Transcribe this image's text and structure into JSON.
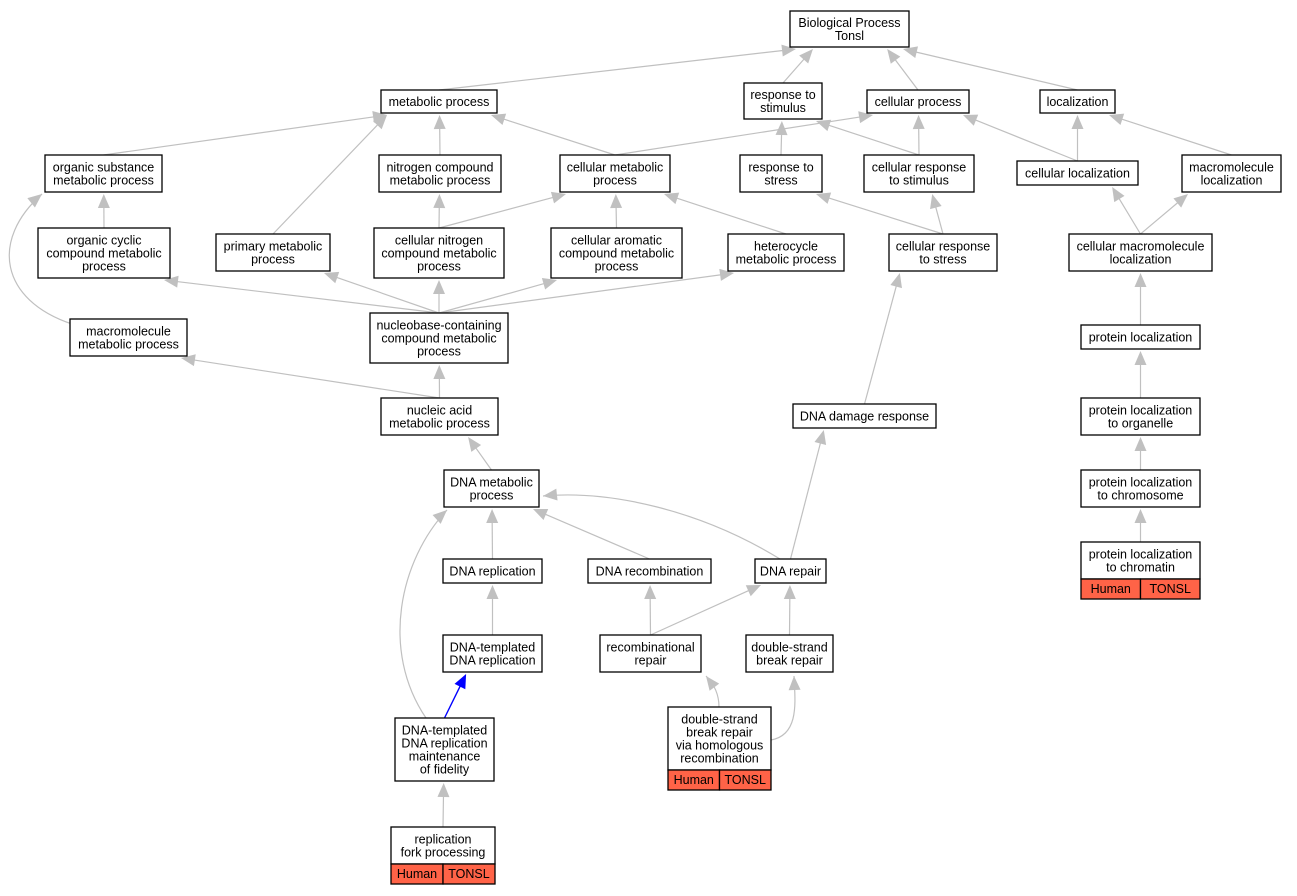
{
  "graph": {
    "annotation_color": "#ff6347",
    "highlight_edge_color": "#0000ff",
    "edge_color": "#c0c0c0",
    "nodes": [
      {
        "id": "bp",
        "lines": [
          "Biological Process",
          "Tonsl"
        ]
      },
      {
        "id": "metabolic",
        "lines": [
          "metabolic process"
        ]
      },
      {
        "id": "resp_stim",
        "lines": [
          "response to",
          "stimulus"
        ]
      },
      {
        "id": "cellular",
        "lines": [
          "cellular process"
        ]
      },
      {
        "id": "localization",
        "lines": [
          "localization"
        ]
      },
      {
        "id": "org_subst",
        "lines": [
          "organic substance",
          "metabolic process"
        ]
      },
      {
        "id": "nitrogen",
        "lines": [
          "nitrogen compound",
          "metabolic process"
        ]
      },
      {
        "id": "cell_metab",
        "lines": [
          "cellular metabolic",
          "process"
        ]
      },
      {
        "id": "resp_stress",
        "lines": [
          "response to",
          "stress"
        ]
      },
      {
        "id": "cell_resp_stim",
        "lines": [
          "cellular response",
          "to stimulus"
        ]
      },
      {
        "id": "cell_loc",
        "lines": [
          "cellular localization"
        ]
      },
      {
        "id": "macro_loc",
        "lines": [
          "macromolecule",
          "localization"
        ]
      },
      {
        "id": "org_cyclic",
        "lines": [
          "organic cyclic",
          "compound metabolic",
          "process"
        ]
      },
      {
        "id": "primary",
        "lines": [
          "primary metabolic",
          "process"
        ]
      },
      {
        "id": "cell_nitrogen",
        "lines": [
          "cellular nitrogen",
          "compound metabolic",
          "process"
        ]
      },
      {
        "id": "cell_aromatic",
        "lines": [
          "cellular aromatic",
          "compound metabolic",
          "process"
        ]
      },
      {
        "id": "heterocycle",
        "lines": [
          "heterocycle",
          "metabolic process"
        ]
      },
      {
        "id": "cell_resp_stress",
        "lines": [
          "cellular response",
          "to stress"
        ]
      },
      {
        "id": "cell_macro_loc",
        "lines": [
          "cellular macromolecule",
          "localization"
        ]
      },
      {
        "id": "macro_metab",
        "lines": [
          "macromolecule",
          "metabolic process"
        ]
      },
      {
        "id": "nucleobase",
        "lines": [
          "nucleobase-containing",
          "compound metabolic",
          "process"
        ]
      },
      {
        "id": "protein_loc",
        "lines": [
          "protein localization"
        ]
      },
      {
        "id": "nucleic",
        "lines": [
          "nucleic acid",
          "metabolic process"
        ]
      },
      {
        "id": "dna_damage",
        "lines": [
          "DNA damage response"
        ]
      },
      {
        "id": "protein_loc_org",
        "lines": [
          "protein localization",
          "to organelle"
        ]
      },
      {
        "id": "dna_metab",
        "lines": [
          "DNA metabolic",
          "process"
        ]
      },
      {
        "id": "protein_loc_chrom",
        "lines": [
          "protein localization",
          "to chromosome"
        ]
      },
      {
        "id": "dna_repl",
        "lines": [
          "DNA replication"
        ]
      },
      {
        "id": "dna_recomb",
        "lines": [
          "DNA recombination"
        ]
      },
      {
        "id": "dna_repair",
        "lines": [
          "DNA repair"
        ]
      },
      {
        "id": "protein_loc_chromatin",
        "lines": [
          "protein localization",
          "to chromatin"
        ],
        "annotation": [
          "Human",
          "TONSL"
        ]
      },
      {
        "id": "dna_templ_repl",
        "lines": [
          "DNA-templated",
          "DNA replication"
        ]
      },
      {
        "id": "recomb_repair",
        "lines": [
          "recombinational",
          "repair"
        ]
      },
      {
        "id": "dsb_repair",
        "lines": [
          "double-strand",
          "break repair"
        ]
      },
      {
        "id": "dna_templ_fid",
        "lines": [
          "DNA-templated",
          "DNA replication",
          "maintenance",
          "of fidelity"
        ]
      },
      {
        "id": "dsb_hr",
        "lines": [
          "double-strand",
          "break repair",
          "via homologous",
          "recombination"
        ],
        "annotation": [
          "Human",
          "TONSL"
        ]
      },
      {
        "id": "fork",
        "lines": [
          "replication",
          "fork processing"
        ],
        "annotation": [
          "Human",
          "TONSL"
        ]
      }
    ],
    "edges": [
      {
        "from": "metabolic",
        "to": "bp"
      },
      {
        "from": "resp_stim",
        "to": "bp"
      },
      {
        "from": "cellular",
        "to": "bp"
      },
      {
        "from": "localization",
        "to": "bp"
      },
      {
        "from": "org_subst",
        "to": "metabolic"
      },
      {
        "from": "nitrogen",
        "to": "metabolic"
      },
      {
        "from": "cell_metab",
        "to": "metabolic"
      },
      {
        "from": "primary",
        "to": "metabolic"
      },
      {
        "from": "cell_metab",
        "to": "cellular"
      },
      {
        "from": "resp_stress",
        "to": "resp_stim"
      },
      {
        "from": "cell_resp_stim",
        "to": "resp_stim"
      },
      {
        "from": "cell_resp_stim",
        "to": "cellular"
      },
      {
        "from": "cell_loc",
        "to": "cellular"
      },
      {
        "from": "cell_loc",
        "to": "localization"
      },
      {
        "from": "macro_loc",
        "to": "localization"
      },
      {
        "from": "org_cyclic",
        "to": "org_subst"
      },
      {
        "from": "macro_metab",
        "to": "org_subst"
      },
      {
        "from": "cell_nitrogen",
        "to": "nitrogen"
      },
      {
        "from": "cell_nitrogen",
        "to": "cell_metab"
      },
      {
        "from": "cell_aromatic",
        "to": "cell_metab"
      },
      {
        "from": "heterocycle",
        "to": "cell_metab"
      },
      {
        "from": "cell_resp_stress",
        "to": "resp_stress"
      },
      {
        "from": "cell_resp_stress",
        "to": "cell_resp_stim"
      },
      {
        "from": "cell_macro_loc",
        "to": "cell_loc"
      },
      {
        "from": "cell_macro_loc",
        "to": "macro_loc"
      },
      {
        "from": "nucleobase",
        "to": "org_cyclic"
      },
      {
        "from": "nucleobase",
        "to": "primary"
      },
      {
        "from": "nucleobase",
        "to": "cell_nitrogen"
      },
      {
        "from": "nucleobase",
        "to": "cell_aromatic"
      },
      {
        "from": "nucleobase",
        "to": "heterocycle"
      },
      {
        "from": "protein_loc",
        "to": "cell_macro_loc"
      },
      {
        "from": "nucleic",
        "to": "nucleobase"
      },
      {
        "from": "nucleic",
        "to": "macro_metab"
      },
      {
        "from": "dna_damage",
        "to": "cell_resp_stress"
      },
      {
        "from": "protein_loc_org",
        "to": "protein_loc"
      },
      {
        "from": "dna_metab",
        "to": "nucleic"
      },
      {
        "from": "protein_loc_chrom",
        "to": "protein_loc_org"
      },
      {
        "from": "dna_repl",
        "to": "dna_metab"
      },
      {
        "from": "dna_recomb",
        "to": "dna_metab"
      },
      {
        "from": "dna_repair",
        "to": "dna_metab"
      },
      {
        "from": "dna_repair",
        "to": "dna_damage"
      },
      {
        "from": "protein_loc_chromatin",
        "to": "protein_loc_chrom"
      },
      {
        "from": "dna_templ_repl",
        "to": "dna_repl"
      },
      {
        "from": "recomb_repair",
        "to": "dna_recomb"
      },
      {
        "from": "recomb_repair",
        "to": "dna_repair"
      },
      {
        "from": "dsb_repair",
        "to": "dna_repair"
      },
      {
        "from": "dna_templ_fid",
        "to": "dna_templ_repl",
        "highlight": true
      },
      {
        "from": "dna_templ_fid",
        "to": "dna_metab"
      },
      {
        "from": "dsb_hr",
        "to": "recomb_repair"
      },
      {
        "from": "dsb_hr",
        "to": "dsb_repair"
      },
      {
        "from": "fork",
        "to": "dna_templ_fid"
      }
    ]
  }
}
